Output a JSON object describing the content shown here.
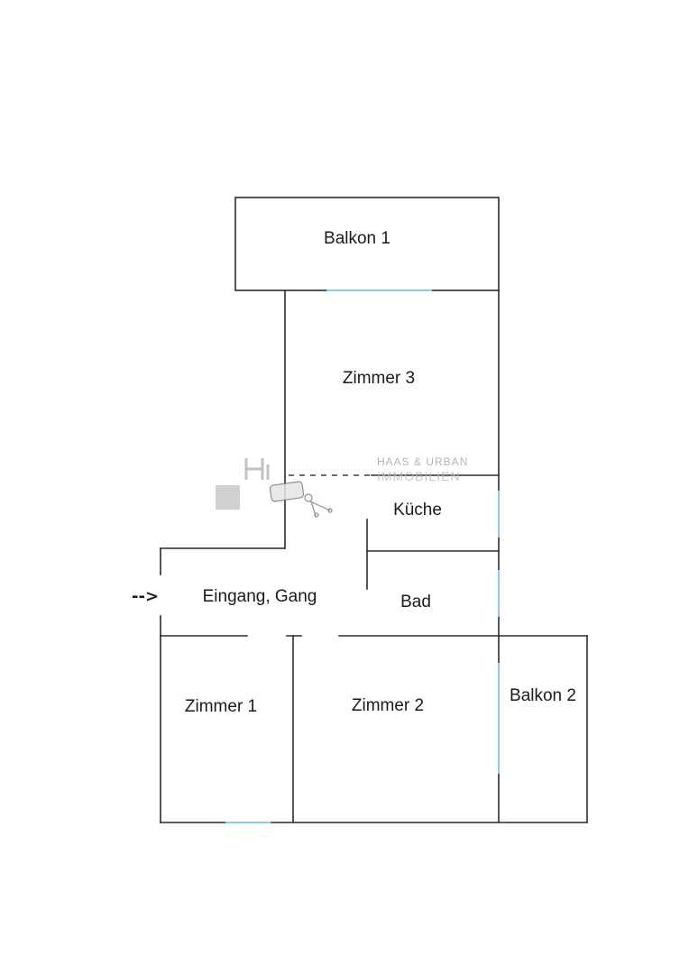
{
  "floor_plan": {
    "rooms": {
      "balkon1": "Balkon 1",
      "zimmer3": "Zimmer 3",
      "kueche": "Küche",
      "bad": "Bad",
      "eingang": "Eingang, Gang",
      "zimmer1": "Zimmer 1",
      "zimmer2": "Zimmer 2",
      "balkon2": "Balkon 2"
    },
    "entrance_arrow": "-->"
  },
  "watermark": {
    "line1": "HAAS & URBAN",
    "line2": "IMMOBILIEN"
  },
  "colors": {
    "wall": "#2b2b2b",
    "window": "#8ec9e6",
    "watermark": "#a7a7a7"
  }
}
